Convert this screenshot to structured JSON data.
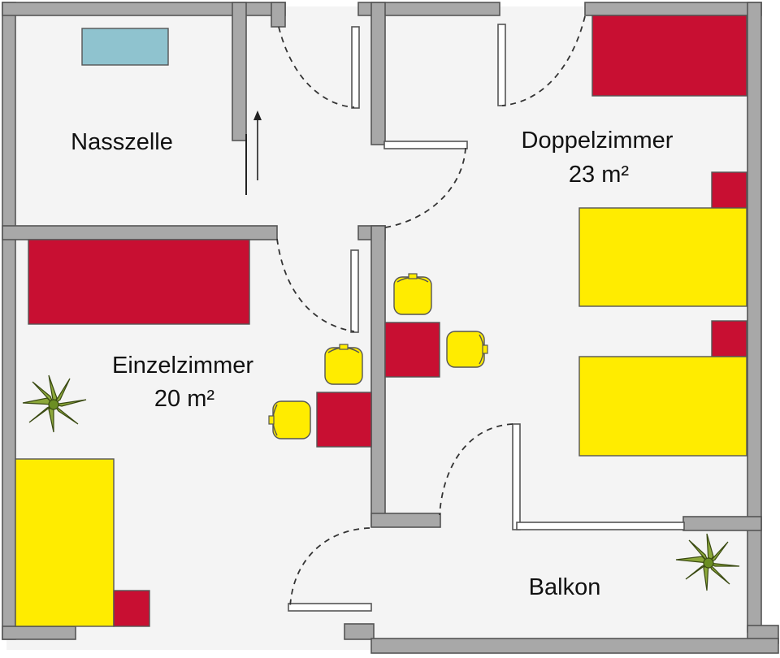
{
  "rooms": {
    "nasszelle": {
      "name": "Nasszelle"
    },
    "doppelzimmer": {
      "name": "Doppelzimmer",
      "area": "23 m²"
    },
    "einzelzimmer": {
      "name": "Einzelzimmer",
      "area": "20 m²"
    },
    "balkon": {
      "name": "Balkon"
    }
  },
  "colors": {
    "wall": "#a8a8a8",
    "wall_outline": "#555555",
    "floor": "#f4f4f4",
    "bed": "#ffec00",
    "furniture_red": "#c80f32",
    "bathtub": "#8fc3cf",
    "plant": "#6b8e23",
    "outside": "#ffffff"
  },
  "icons": [
    "plant-icon",
    "arrow-up-icon"
  ]
}
